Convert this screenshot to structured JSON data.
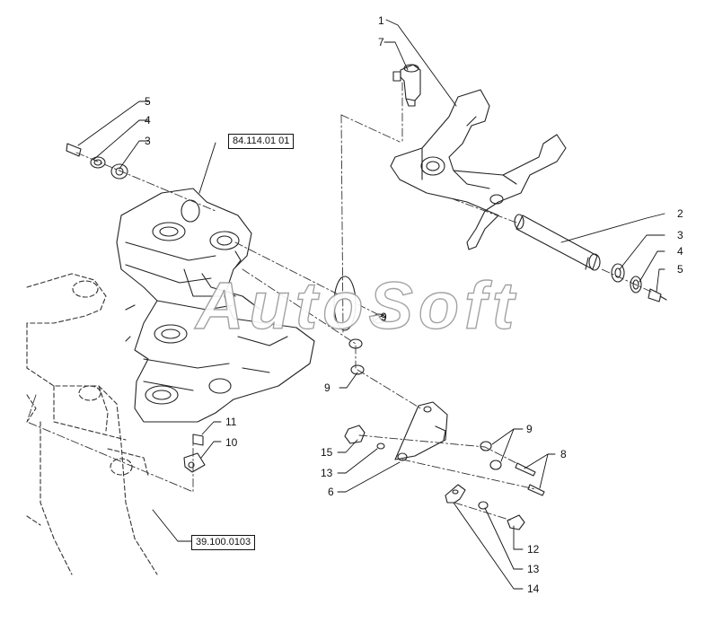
{
  "reference_boxes": {
    "top": "84.114.01 01",
    "bottom": "39.100.0103"
  },
  "callouts": [
    "1",
    "7",
    "5",
    "4",
    "3",
    "2",
    "3",
    "4",
    "5",
    "9",
    "9",
    "9",
    "8",
    "11",
    "10",
    "15",
    "13",
    "6",
    "12",
    "13",
    "14"
  ],
  "watermark": "AutoSoft"
}
